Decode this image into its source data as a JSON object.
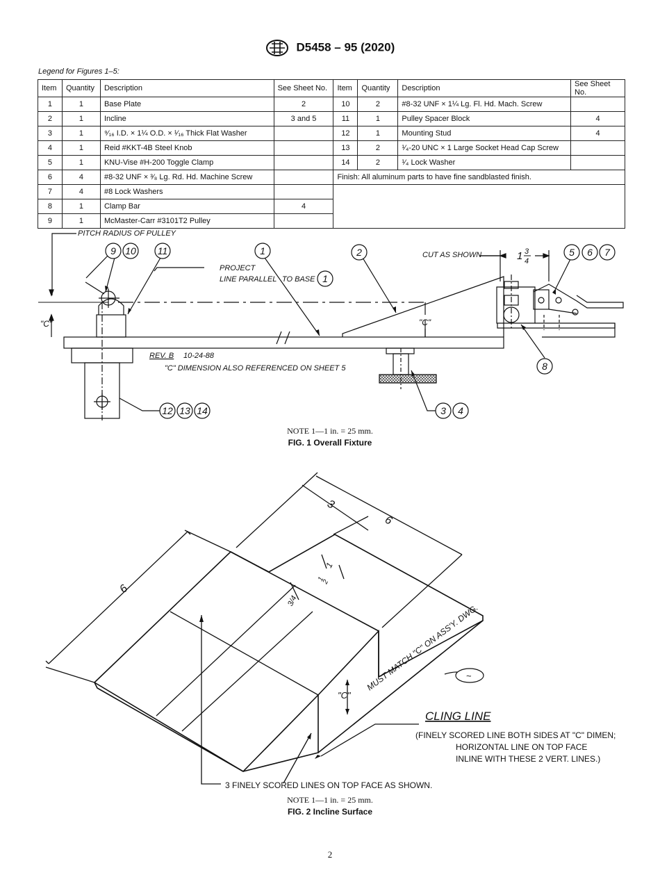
{
  "header": {
    "designation": "D5458 – 95 (2020)"
  },
  "legend_title": "Legend for Figures 1–5:",
  "table": {
    "headers": [
      "Item",
      "Quantity",
      "Description",
      "See Sheet No.",
      "Item",
      "Quantity",
      "Description",
      "See Sheet No."
    ],
    "left_rows": [
      [
        "1",
        "1",
        "Base Plate",
        "2"
      ],
      [
        "2",
        "1",
        "Incline",
        "3 and 5"
      ],
      [
        "3",
        "1",
        "⁹⁄₁₆ I.D. × 1¼ O.D. × ¹⁄₁₆ Thick Flat Washer",
        ""
      ],
      [
        "4",
        "1",
        "Reid #KKT-4B Steel Knob",
        ""
      ],
      [
        "5",
        "1",
        "KNU-Vise #H-200 Toggle Clamp",
        ""
      ],
      [
        "6",
        "4",
        "#8-32 UNF × ³⁄₈ Lg. Rd. Hd. Machine Screw",
        ""
      ],
      [
        "7",
        "4",
        "#8 Lock Washers",
        ""
      ],
      [
        "8",
        "1",
        "Clamp Bar",
        "4"
      ],
      [
        "9",
        "1",
        "McMaster-Carr #3101T2 Pulley",
        ""
      ]
    ],
    "right_rows": [
      [
        "10",
        "2",
        "#8-32 UNF × 1¼ Lg. Fl. Hd. Mach. Screw",
        ""
      ],
      [
        "11",
        "1",
        "Pulley Spacer Block",
        "4"
      ],
      [
        "12",
        "1",
        "Mounting Stud",
        "4"
      ],
      [
        "13",
        "2",
        "¹⁄₄-20 UNC × 1 Large Socket Head Cap Screw",
        ""
      ],
      [
        "14",
        "2",
        "¹⁄₄ Lock Washer",
        ""
      ]
    ],
    "finish_note": "Finish: All aluminum parts to have fine sandblasted finish."
  },
  "fig1": {
    "pitch_radius": "PITCH RADIUS OF PULLEY",
    "project_line1": "PROJECT",
    "project_line2": "LINE PARALLEL",
    "to_base": "TO BASE",
    "cut_as_shown": "CUT AS SHOWN",
    "dim_whole": "1",
    "dim_num": "3",
    "dim_den": "4",
    "c_dim": "\"C\"",
    "rev": "REV. B",
    "rev_date": "10-24-88",
    "c_ref": "\"C\" DIMENSION ALSO REFERENCED ON SHEET 5",
    "balloons": {
      "b1": "1",
      "b2": "2",
      "b3": "3",
      "b4": "4",
      "b5": "5",
      "b6": "6",
      "b7": "7",
      "b8": "8",
      "b9": "9",
      "b10": "10",
      "b11": "11",
      "b12": "12",
      "b13": "13",
      "b14": "14",
      "b1b": "1"
    },
    "note": "NOTE 1—1 in. = 25 mm.",
    "title": "FIG. 1 Overall Fixture"
  },
  "fig2": {
    "dim_6_top": "6",
    "dim_3": "3",
    "dim_6_left": "6",
    "dim_1": "1",
    "dim_half_num": "1",
    "dim_half_den": "2",
    "dim_threequarter": "3/4",
    "c_dim": "\"C\"",
    "must_match": "MUST MATCH \"C\" ON ASS'Y. DWG.",
    "tilde": "~",
    "cling_line": "CLING LINE",
    "cling_desc1": "(FINELY SCORED LINE BOTH SIDES AT \"C\" DIMEN;",
    "cling_desc2": "HORIZONTAL LINE ON TOP FACE",
    "cling_desc3": "INLINE WITH THESE 2 VERT. LINES.)",
    "scored_lines": "3 FINELY SCORED LINES ON TOP FACE AS SHOWN.",
    "note": "NOTE 1—1 in. = 25 mm.",
    "title": "FIG. 2 Incline Surface"
  },
  "page_number": "2"
}
